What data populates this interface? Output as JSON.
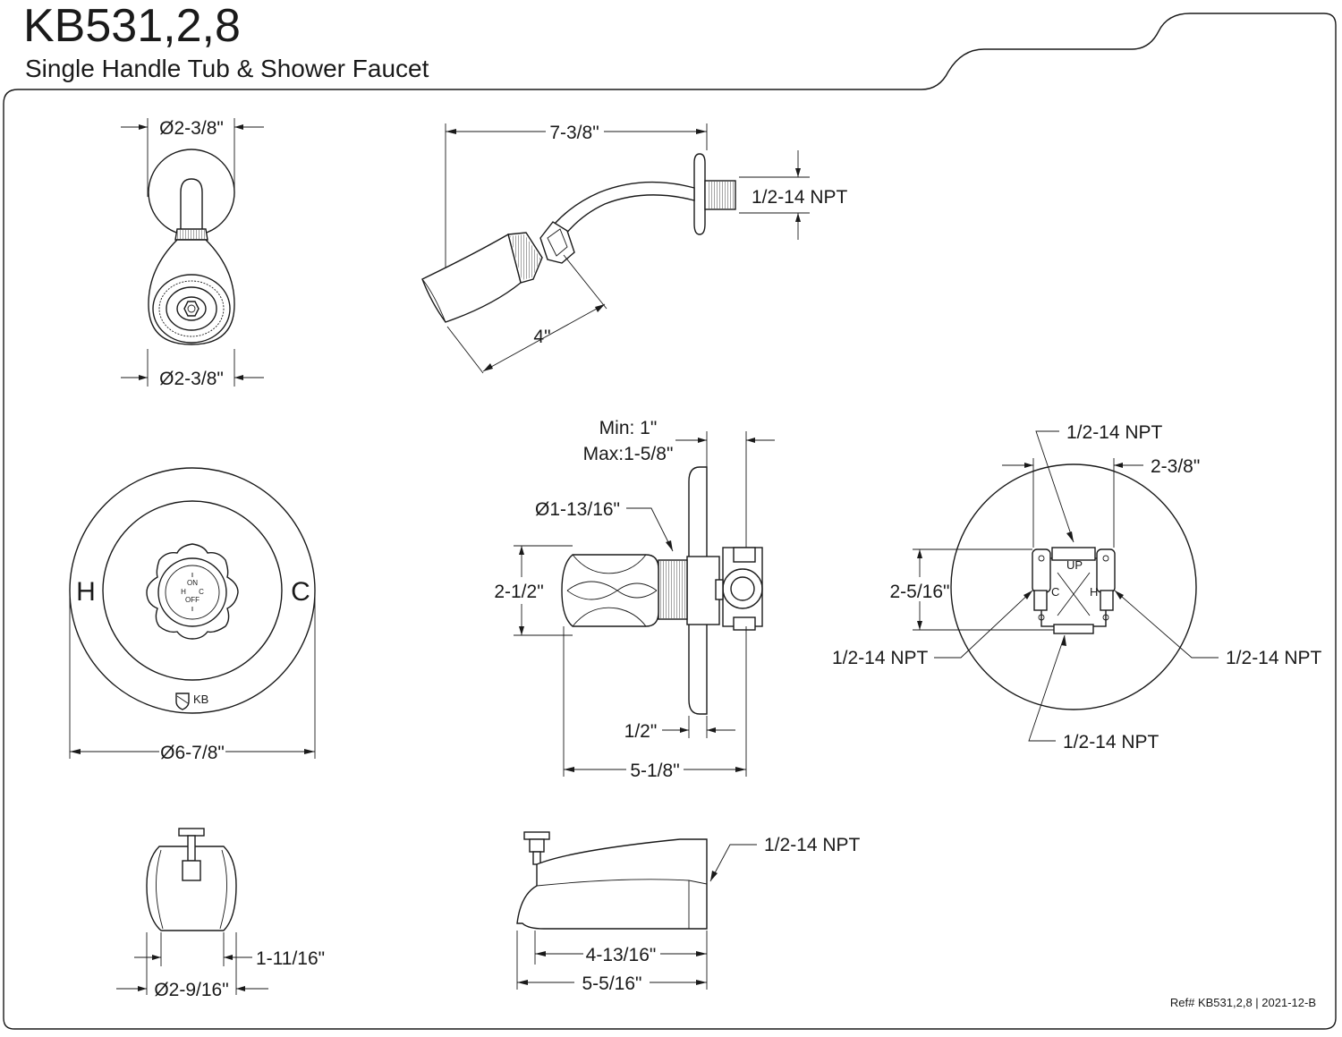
{
  "header": {
    "model": "KB531,2,8",
    "subtitle": "Single Handle Tub & Shower Faucet"
  },
  "showerhead": {
    "top_diameter": "Ø2-3/8\"",
    "bottom_diameter": "Ø2-3/8\""
  },
  "shower_arm": {
    "length": "7-3/8\"",
    "thread": "1/2-14 NPT",
    "head_length": "4\""
  },
  "trim_plate": {
    "diameter": "Ø6-7/8\"",
    "hot_label": "H",
    "cold_label": "C",
    "brand": "KB",
    "dial": {
      "on": "ON",
      "off": "OFF",
      "h": "H",
      "c": "C"
    }
  },
  "valve_side": {
    "wall_min": "Min: 1\"",
    "wall_max": "Max:1-5/8\"",
    "handle_diameter": "Ø1-13/16\"",
    "handle_height": "2-1/2\"",
    "plate_offset": "1/2\"",
    "total_depth": "5-1/8\""
  },
  "valve_body": {
    "top_port": "1/2-14 NPT",
    "width": "2-3/8\"",
    "height": "2-5/16\"",
    "left_port": "1/2-14 NPT",
    "right_port": "1/2-14 NPT",
    "bottom_port": "1/2-14 NPT",
    "up_mark": "UP",
    "c_mark": "C",
    "h_mark": "H"
  },
  "tub_spout_front": {
    "height": "1-11/16\"",
    "diameter": "Ø2-9/16\""
  },
  "tub_spout_side": {
    "thread": "1/2-14 NPT",
    "reach": "4-13/16\"",
    "length": "5-5/16\""
  },
  "footer": {
    "ref": "Ref# KB531,2,8 | 2021-12-B"
  }
}
